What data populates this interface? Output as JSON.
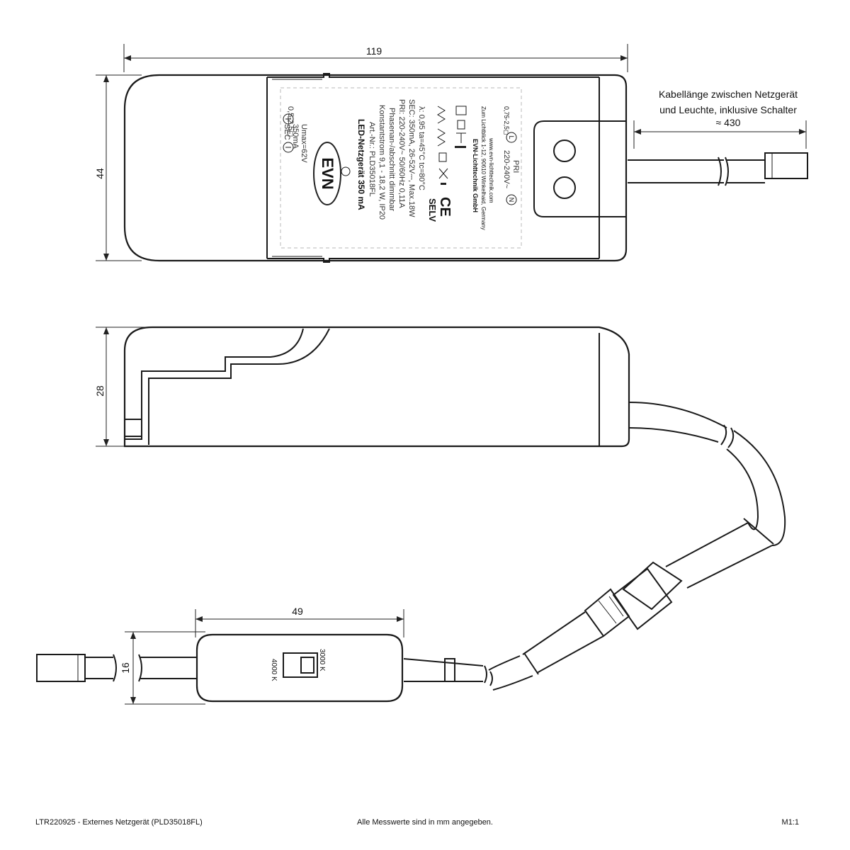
{
  "dimensions": {
    "length": "119",
    "width": "44",
    "height": "28",
    "switch_length": "49",
    "switch_width": "16"
  },
  "cable_note": {
    "line1": "Kabellänge zwischen Netzgerät",
    "line2": "und Leuchte, inklusive Schalter",
    "line3": "≈ 430"
  },
  "device_label": {
    "logo": "EVN",
    "sec": "SEC",
    "current": "350mA",
    "umax": "Umax=62V",
    "sec_wire": "0,5-2,5◻",
    "title": "LED-Netzgerät 350 mA",
    "article": "Art.-Nr.: PLD35018FL",
    "line1": "Konstantstrom 9,1 - 18,2 W, IP20",
    "line2": "Phasenan-/abschnitt dimmbar",
    "line3": "PRI: 220-240V~ 50/60Hz  0,11A",
    "line4": "SEC: 350mA, 26-52V⎓, Max.18W",
    "line5": "λ: 0,95  ta=45°C  tc=80°C",
    "selv": "SELV",
    "ce": "CE",
    "maker": "EVN-Lichttechnik GmbH",
    "address": "Zum Lichtblick 1-12, 90610 Winkelhaid, Germany",
    "web": "www.evn-lichttechnik.com",
    "pri": "220-240V~",
    "pri_tag": "PRI",
    "pri_wire": "0,75-2,5◻",
    "terminal_n": "N",
    "terminal_l": "L"
  },
  "switch": {
    "option_a": "3000 K",
    "option_b": "4000 K"
  },
  "footer": {
    "left": "LTR220925 - Externes Netzgerät (PLD35018FL)",
    "center": "Alle Messwerte sind in mm angegeben.",
    "right": "M1:1"
  }
}
